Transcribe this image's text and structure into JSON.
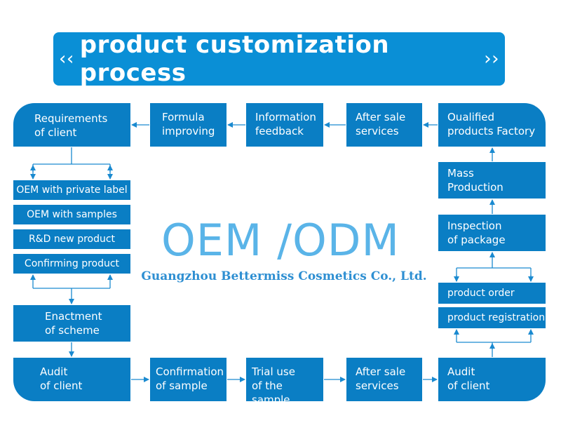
{
  "title": {
    "open_quote": "‹‹",
    "text": "product customization process",
    "close_quote": "››"
  },
  "watermark": {
    "main": "OEM /ODM",
    "company": "Guangzhou Bettermiss Cosmetics Co., Ltd."
  },
  "top_row": [
    {
      "label": "Requirements\nof client"
    },
    {
      "label": "Formula\nimproving"
    },
    {
      "label": "Information\nfeedback"
    },
    {
      "label": "After sale\nservices"
    },
    {
      "label": "Oualified\nproducts Factory"
    }
  ],
  "left_column": {
    "options": [
      "OEM with private label",
      "OEM with samples",
      "R&D new product",
      "Confirming product"
    ],
    "enactment": "Enactment\nof scheme"
  },
  "right_column": {
    "mass_production": "Mass\nProduction",
    "inspection": "Inspection\nof package",
    "options": [
      "product order",
      "product registration"
    ]
  },
  "bottom_row": [
    {
      "label": "Audit\nof client"
    },
    {
      "label": "Confirmation\nof sample"
    },
    {
      "label": "Trial use\nof the sample"
    },
    {
      "label": "After sale\nservices"
    },
    {
      "label": "Audit\nof client"
    }
  ],
  "colors": {
    "box": "#0a7ec4",
    "banner": "#0a8fd6",
    "arrow": "#1a8ad0",
    "watermark": "#5ab4e8"
  }
}
